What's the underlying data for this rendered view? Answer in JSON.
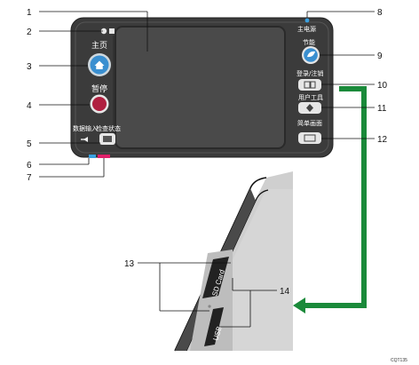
{
  "labels": {
    "home": "主页",
    "pause": "暂停",
    "data_in": "数据输入",
    "check_status": "检查状态",
    "main_power": "主电源",
    "energy_saver": "节能",
    "login_logout": "登录/注销",
    "user_tools": "用户工具",
    "simple_screen": "简单画面",
    "sd_card": "SD Card",
    "usb": "USB"
  },
  "callouts": [
    "1",
    "2",
    "3",
    "4",
    "5",
    "6",
    "7",
    "8",
    "9",
    "10",
    "11",
    "12",
    "13",
    "14"
  ],
  "image_code": "CQT135",
  "colors": {
    "panel": "#3b3b3b",
    "screen": "#4a4a4a",
    "arrow": "#1a8a3a",
    "home_button": "#3a8fd0",
    "stop_button": "#b02040",
    "energy_button": "#3a8fd0",
    "main_power_led": "#3aa0e0",
    "data_led": "#3aa0e0",
    "alert_led": "#e0206a"
  }
}
